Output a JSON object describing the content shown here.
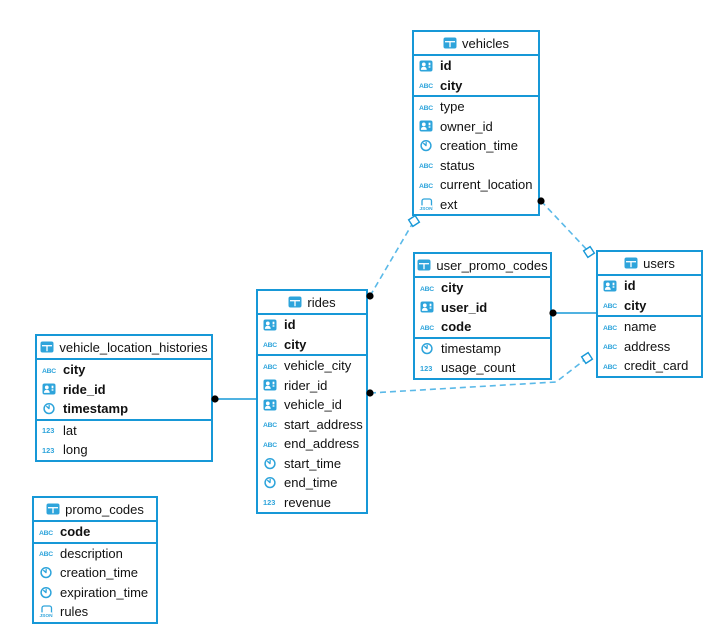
{
  "colors": {
    "table_border": "#1798d7",
    "icon_blue": "#2ea4db",
    "dashed_line": "#5ab9e8",
    "solid_line": "#1798d7",
    "dot": "#000000",
    "text": "#111111"
  },
  "tables": [
    {
      "name": "vehicles",
      "key_fields": [
        {
          "name": "id",
          "icon": "user-icon"
        },
        {
          "name": "city",
          "icon": "text-icon"
        }
      ],
      "fields": [
        {
          "name": "type",
          "icon": "text-icon"
        },
        {
          "name": "owner_id",
          "icon": "user-icon"
        },
        {
          "name": "creation_time",
          "icon": "clock-icon"
        },
        {
          "name": "status",
          "icon": "text-icon"
        },
        {
          "name": "current_location",
          "icon": "text-icon"
        },
        {
          "name": "ext",
          "icon": "json-icon"
        }
      ]
    },
    {
      "name": "user_promo_codes",
      "key_fields": [
        {
          "name": "city",
          "icon": "text-icon"
        },
        {
          "name": "user_id",
          "icon": "user-icon"
        },
        {
          "name": "code",
          "icon": "text-icon"
        }
      ],
      "fields": [
        {
          "name": "timestamp",
          "icon": "clock-icon"
        },
        {
          "name": "usage_count",
          "icon": "number-icon"
        }
      ]
    },
    {
      "name": "users",
      "key_fields": [
        {
          "name": "id",
          "icon": "user-icon"
        },
        {
          "name": "city",
          "icon": "text-icon"
        }
      ],
      "fields": [
        {
          "name": "name",
          "icon": "text-icon"
        },
        {
          "name": "address",
          "icon": "text-icon"
        },
        {
          "name": "credit_card",
          "icon": "text-icon"
        }
      ]
    },
    {
      "name": "rides",
      "key_fields": [
        {
          "name": "id",
          "icon": "user-icon"
        },
        {
          "name": "city",
          "icon": "text-icon"
        }
      ],
      "fields": [
        {
          "name": "vehicle_city",
          "icon": "text-icon"
        },
        {
          "name": "rider_id",
          "icon": "user-icon"
        },
        {
          "name": "vehicle_id",
          "icon": "user-icon"
        },
        {
          "name": "start_address",
          "icon": "text-icon"
        },
        {
          "name": "end_address",
          "icon": "text-icon"
        },
        {
          "name": "start_time",
          "icon": "clock-icon"
        },
        {
          "name": "end_time",
          "icon": "clock-icon"
        },
        {
          "name": "revenue",
          "icon": "number-icon"
        }
      ]
    },
    {
      "name": "vehicle_location_histories",
      "key_fields": [
        {
          "name": "city",
          "icon": "text-icon"
        },
        {
          "name": "ride_id",
          "icon": "user-icon"
        },
        {
          "name": "timestamp",
          "icon": "clock-icon"
        }
      ],
      "fields": [
        {
          "name": "lat",
          "icon": "number-icon"
        },
        {
          "name": "long",
          "icon": "number-icon"
        }
      ]
    },
    {
      "name": "promo_codes",
      "key_fields": [
        {
          "name": "code",
          "icon": "text-icon"
        }
      ],
      "fields": [
        {
          "name": "description",
          "icon": "text-icon"
        },
        {
          "name": "creation_time",
          "icon": "clock-icon"
        },
        {
          "name": "expiration_time",
          "icon": "clock-icon"
        },
        {
          "name": "rules",
          "icon": "json-icon"
        }
      ]
    }
  ],
  "connections": [
    {
      "from": "rides",
      "to": "vehicles",
      "style": "dashed",
      "from_marker": "dot",
      "to_marker": "diamond"
    },
    {
      "from": "vehicles",
      "to": "users",
      "style": "dashed",
      "from_marker": "dot",
      "to_marker": "diamond"
    },
    {
      "from": "user_promo_codes",
      "to": "users",
      "style": "solid",
      "from_marker": "dot",
      "to_marker": "none"
    },
    {
      "from": "rides",
      "to": "users",
      "style": "dashed",
      "from_marker": "dot",
      "to_marker": "diamond"
    },
    {
      "from": "vehicle_location_histories",
      "to": "rides",
      "style": "solid",
      "from_marker": "dot",
      "to_marker": "none"
    }
  ]
}
